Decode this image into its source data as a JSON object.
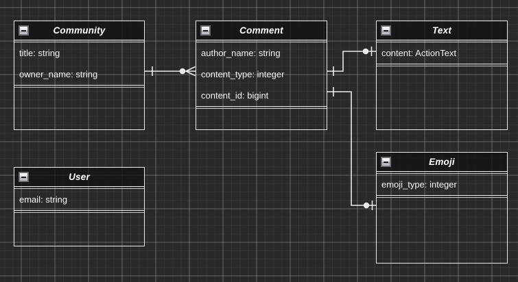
{
  "entities": [
    {
      "id": "community",
      "title": "Community",
      "fields": [
        "title: string",
        "owner_name: string"
      ]
    },
    {
      "id": "comment",
      "title": "Comment",
      "fields": [
        "author_name: string",
        "content_type: integer",
        "content_id: bigint"
      ]
    },
    {
      "id": "text",
      "title": "Text",
      "fields": [
        "content: ActionText"
      ]
    },
    {
      "id": "user",
      "title": "User",
      "fields": [
        "email: string"
      ]
    },
    {
      "id": "emoji",
      "title": "Emoji",
      "fields": [
        "emoji_type: integer"
      ]
    }
  ],
  "relationships": [
    {
      "from": "Community",
      "from_field": "owner_name",
      "to": "Comment",
      "to_field": "content_type",
      "from_cardinality": "one",
      "to_cardinality": "zero-or-many",
      "notation": "crows-foot"
    },
    {
      "from": "Comment",
      "from_field": "content_type",
      "to": "Text",
      "to_field": "content",
      "from_cardinality": "one",
      "to_cardinality": "zero-or-one",
      "notation": "crows-foot"
    },
    {
      "from": "Comment",
      "from_field": "content_id",
      "to": "Emoji",
      "to_field": "",
      "from_cardinality": "one",
      "to_cardinality": "zero-or-one",
      "notation": "crows-foot"
    }
  ],
  "icons": [
    {
      "name": "collapse-minus-icon",
      "glyph": "−",
      "meaning": "collapse entity"
    }
  ],
  "colors": {
    "canvas_background": "#29292a",
    "grid_minor": "#333335",
    "grid_major": "#5e5e62",
    "entity_border": "#ececec",
    "entity_header_fill": "#161617",
    "relationship_line": "#ececec",
    "text": "#f6f6f6"
  }
}
